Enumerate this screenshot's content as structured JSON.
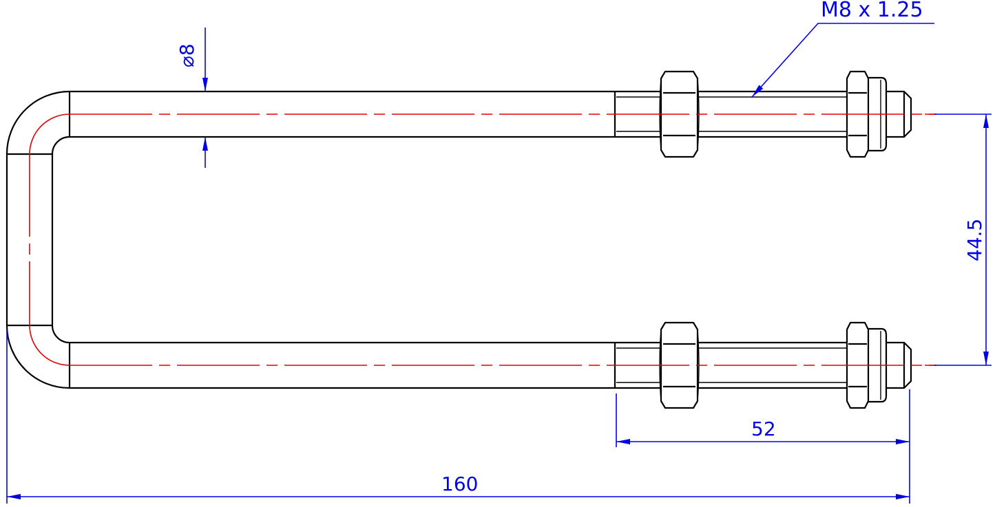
{
  "drawing": {
    "subject": "U-bolt with two hex nuts and washer per leg",
    "colors": {
      "object_line": "#000000",
      "center_line": "#e00000",
      "dimension": "#0000e6",
      "background": "#ffffff"
    }
  },
  "dimensions": {
    "diameter": {
      "symbol": "⌀",
      "value": "8",
      "text": "⌀8"
    },
    "thread": {
      "text": "M8 x 1.25"
    },
    "leg_spacing": {
      "text": "44.5"
    },
    "thread_length": {
      "text": "52"
    },
    "overall_length": {
      "text": "160"
    }
  }
}
